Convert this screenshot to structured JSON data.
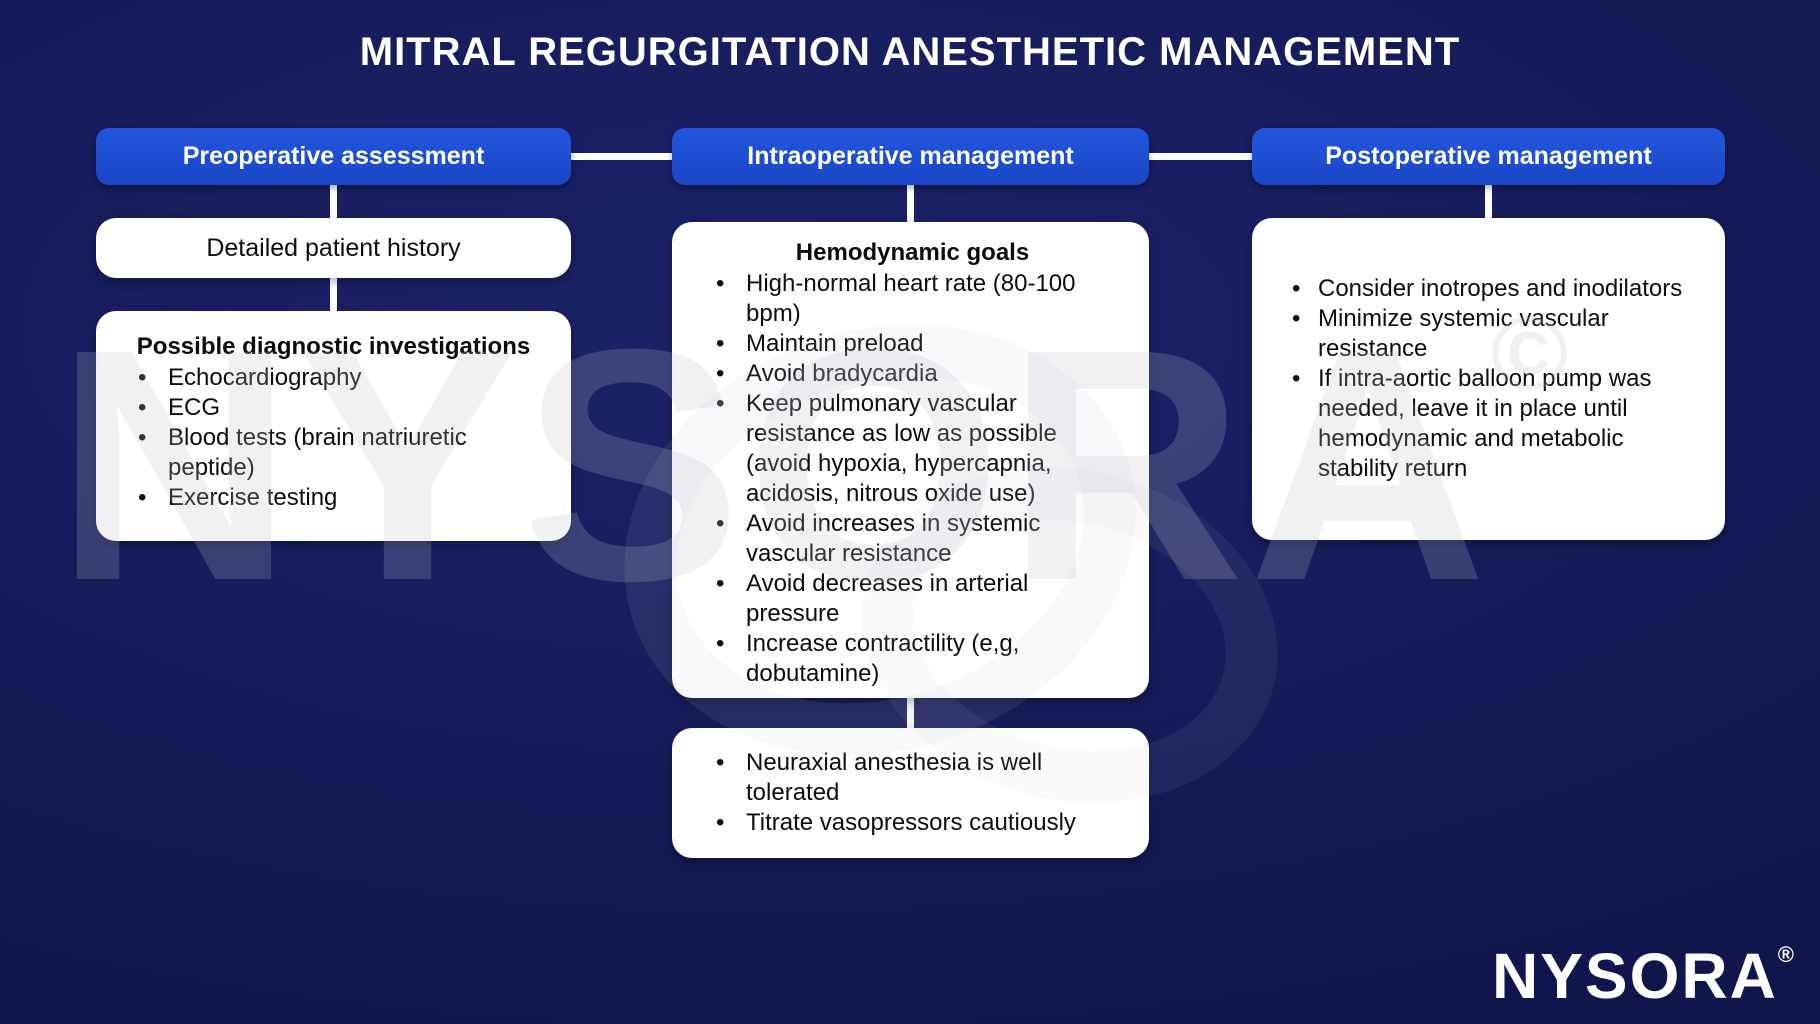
{
  "title": "MITRAL REGURGITATION ANESTHETIC MANAGEMENT",
  "watermark": {
    "text": "NYSORA",
    "copyright_symbol": "©"
  },
  "logo": {
    "text": "NYSORA",
    "registered_symbol": "®"
  },
  "colors": {
    "background_navy": "#141a56",
    "header_blue": "#1d4ccf",
    "box_white": "#ffffff",
    "connector_white": "#ffffff",
    "text_dark": "#0d0d0d"
  },
  "columns": [
    {
      "header": "Preoperative assessment",
      "boxes": [
        {
          "title": "Detailed patient history",
          "bullets": []
        },
        {
          "title": "Possible diagnostic investigations",
          "bullets": [
            "Echocardiography",
            "ECG",
            "Blood tests (brain natriuretic peptide)",
            "Exercise testing"
          ]
        }
      ]
    },
    {
      "header": "Intraoperative management",
      "boxes": [
        {
          "title": "Hemodynamic goals",
          "bullets": [
            "High-normal heart rate (80-100 bpm)",
            "Maintain preload",
            "Avoid bradycardia",
            "Keep pulmonary vascular resistance as low as possible (avoid hypoxia, hypercapnia, acidosis, nitrous oxide use)",
            "Avoid increases in systemic vascular resistance",
            "Avoid decreases in arterial pressure",
            "Increase contractility (e,g, dobutamine)"
          ]
        },
        {
          "bullets": [
            "Neuraxial anesthesia is well tolerated",
            "Titrate vasopressors cautiously"
          ]
        }
      ]
    },
    {
      "header": "Postoperative management",
      "boxes": [
        {
          "bullets": [
            "Consider inotropes and inodilators",
            "Minimize systemic vascular resistance",
            "If intra-aortic balloon pump was needed, leave it in place until hemodynamic and metabolic stability return"
          ]
        }
      ]
    }
  ]
}
